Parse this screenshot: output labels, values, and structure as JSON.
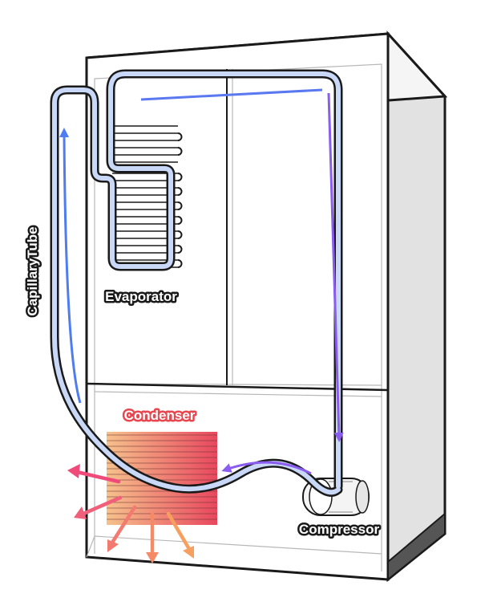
{
  "labels": {
    "capillary_tube": "CapillaryTube",
    "evaporator": "Evaporator",
    "condenser": "Condenser",
    "compressor": "Compressor"
  },
  "colors": {
    "tube_fill": "#c8d8f6",
    "tube_outline": "#1a1a1a",
    "flow_blue": "#4f7cf0",
    "flow_purple": "#8a5cf0",
    "condenser_light": "#f6c18c",
    "condenser_dark": "#e8475e",
    "heat_pink": "#f04a7a",
    "heat_orange": "#f6a060",
    "cabinet_side": "#dcdcdc",
    "cabinet_base": "#555555"
  }
}
